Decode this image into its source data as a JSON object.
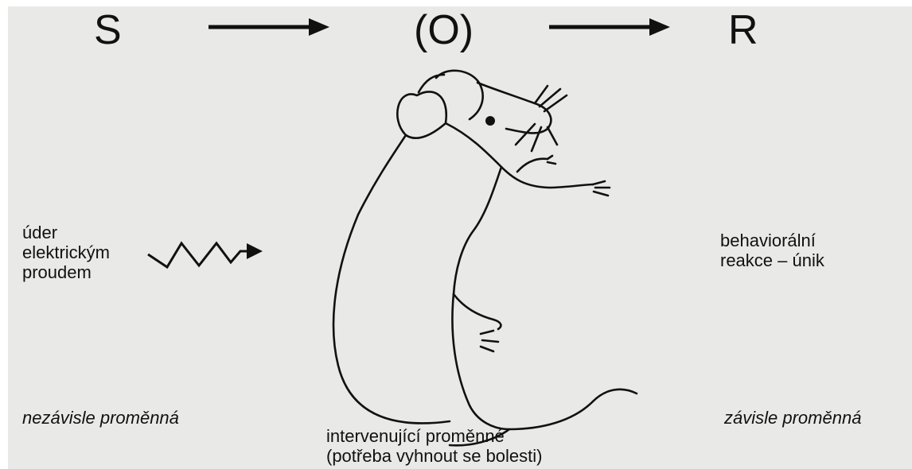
{
  "diagram": {
    "stimulus_letter": "S",
    "organism_letter": "(O)",
    "response_letter": "R",
    "stimulus_label_lines": [
      "úder",
      "elektrickým",
      "proudem"
    ],
    "response_label_lines": [
      "behaviorální",
      "reakce – únik"
    ],
    "independent_variable": "nezávisle proměnná",
    "dependent_variable": "závisle proměnná",
    "intervening_variable_lines": [
      "intervenující proměnné",
      "(potřeba vyhnout se bolesti)"
    ]
  },
  "colors": {
    "ink": "#111111",
    "paper": "#e9e9e7"
  }
}
